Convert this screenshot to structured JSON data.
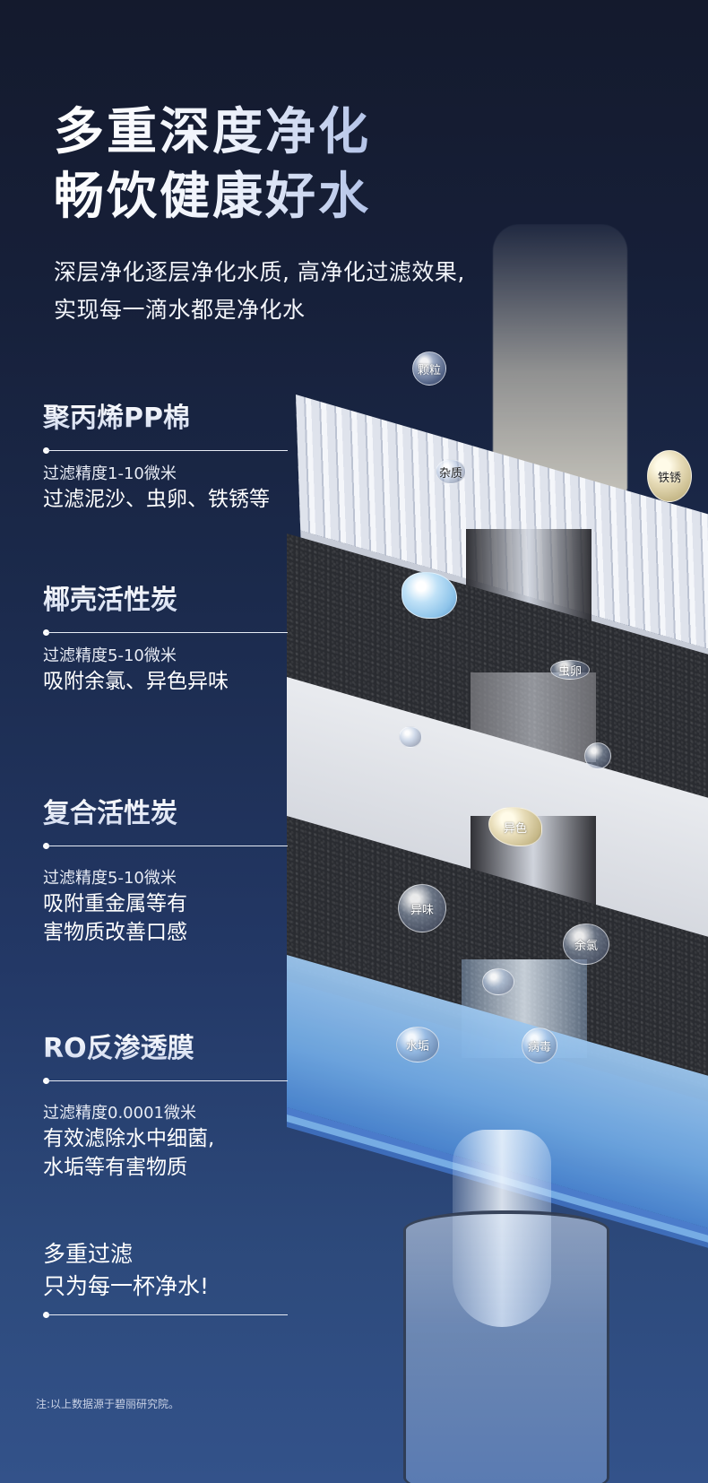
{
  "header": {
    "headline_line1": "多重深度净化",
    "headline_line2": "畅饮健康好水",
    "subline_line1": "深层净化逐层净化水质, 高净化过滤效果,",
    "subline_line2": "实现每一滴水都是净化水"
  },
  "layers": [
    {
      "title": "聚丙烯PP棉",
      "spec": "过滤精度1-10微米",
      "desc_lines": [
        "过滤泥沙、虫卵、铁锈等"
      ]
    },
    {
      "title": "椰壳活性炭",
      "spec": "过滤精度5-10微米",
      "desc_lines": [
        "吸附余氯、异色异味"
      ]
    },
    {
      "title": "复合活性炭",
      "spec": "过滤精度5-10微米",
      "desc_lines": [
        "吸附重金属等有",
        "害物质改善口感"
      ]
    },
    {
      "title": "RO反渗透膜",
      "spec": "过滤精度0.0001微米",
      "desc_lines": [
        "有效滤除水中细菌,",
        "水垢等有害物质"
      ]
    }
  ],
  "closing": {
    "line1": "多重过滤",
    "line2": "只为每一杯净水!"
  },
  "footnote": "注:以上数据源于碧丽研究院。",
  "illustration": {
    "bubbles": [
      {
        "label": "颗粒"
      },
      {
        "label": "杂质"
      },
      {
        "label": "铁锈"
      },
      {
        "label": "虫卵"
      },
      {
        "label": "异色"
      },
      {
        "label": "异味"
      },
      {
        "label": "余氯"
      },
      {
        "label": "水垢"
      },
      {
        "label": "病毒"
      }
    ]
  },
  "colors": {
    "bg_top": "#141a2d",
    "bg_bottom": "#33528a",
    "text": "#ffffff",
    "ro_blue": "#6fa8e2",
    "carbon": "#2a2c31"
  }
}
